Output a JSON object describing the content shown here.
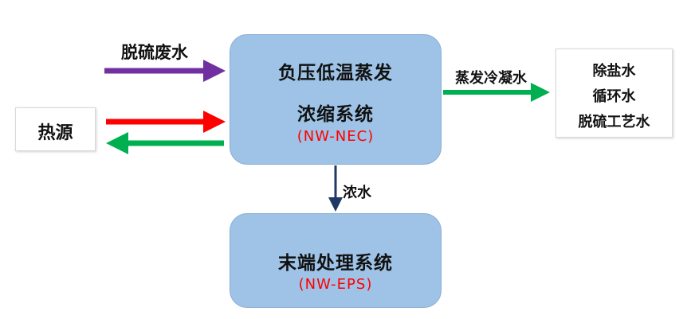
{
  "nodes": {
    "nec": {
      "line1": "负压低温蒸发",
      "line2": "浓缩系统",
      "code": "(NW-NEC)"
    },
    "eps": {
      "title": "末端处理系统",
      "code": "(NW-EPS)"
    },
    "heat": "热源",
    "uses": [
      "除盐水",
      "循环水",
      "脱硫工艺水"
    ]
  },
  "labels": {
    "wastewater": "脱硫废水",
    "condensate": "蒸发冷凝水",
    "concentrate": "浓水"
  },
  "colors": {
    "box_fill": "#9ec3e6",
    "code_text": "#ff0000",
    "arrow_wastewater": "#7030a0",
    "arrow_heat_in": "#ff0000",
    "arrow_heat_out": "#00b050",
    "arrow_condensate": "#00b050",
    "arrow_concentrate": "#1f3864"
  }
}
